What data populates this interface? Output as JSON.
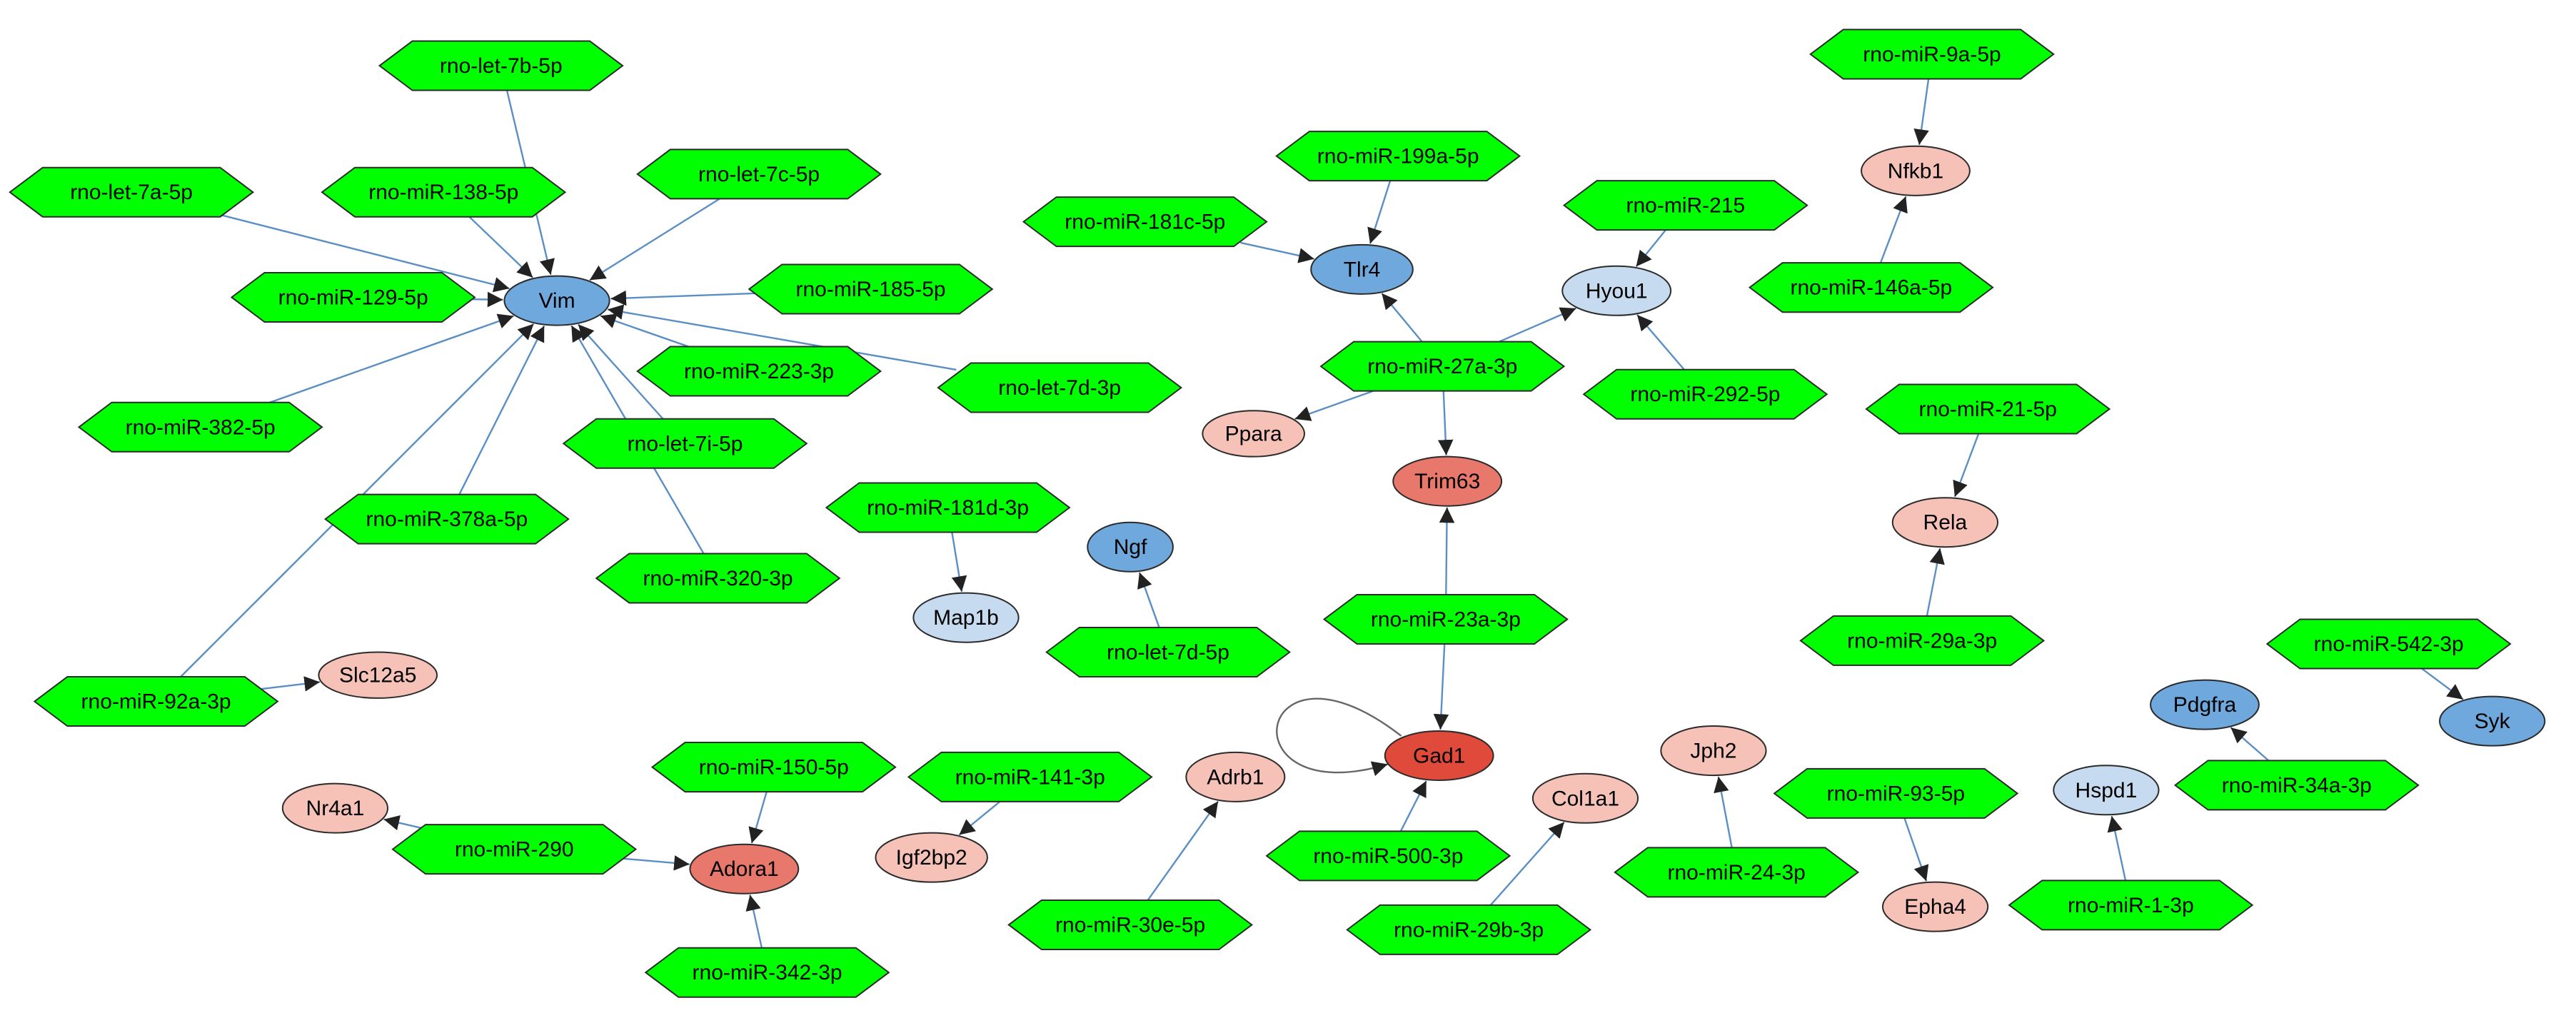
{
  "colors": {
    "mirna": "#00ff00",
    "gene_light_blue": "#c6dbef",
    "gene_blue": "#6fa8dc",
    "gene_light_red": "#f6c2b8",
    "gene_red": "#e8776c",
    "gene_dark_red": "#e04a3a",
    "edge": "#5b8fc4",
    "self_loop": "#666666"
  },
  "nodes": [
    {
      "id": "let7b",
      "label": "rno-let-7b-5p",
      "type": "mirna"
    },
    {
      "id": "let7a",
      "label": "rno-let-7a-5p",
      "type": "mirna"
    },
    {
      "id": "mir138",
      "label": "rno-miR-138-5p",
      "type": "mirna"
    },
    {
      "id": "let7c",
      "label": "rno-let-7c-5p",
      "type": "mirna"
    },
    {
      "id": "mir129",
      "label": "rno-miR-129-5p",
      "type": "mirna"
    },
    {
      "id": "mir185",
      "label": "rno-miR-185-5p",
      "type": "mirna"
    },
    {
      "id": "mir223",
      "label": "rno-miR-223-3p",
      "type": "mirna"
    },
    {
      "id": "let7d3p",
      "label": "rno-let-7d-3p",
      "type": "mirna"
    },
    {
      "id": "mir382",
      "label": "rno-miR-382-5p",
      "type": "mirna"
    },
    {
      "id": "let7i",
      "label": "rno-let-7i-5p",
      "type": "mirna"
    },
    {
      "id": "mir378",
      "label": "rno-miR-378a-5p",
      "type": "mirna"
    },
    {
      "id": "mir320",
      "label": "rno-miR-320-3p",
      "type": "mirna"
    },
    {
      "id": "mir92",
      "label": "rno-miR-92a-3p",
      "type": "mirna"
    },
    {
      "id": "mir181d",
      "label": "rno-miR-181d-3p",
      "type": "mirna"
    },
    {
      "id": "let7d5p",
      "label": "rno-let-7d-5p",
      "type": "mirna"
    },
    {
      "id": "mir199",
      "label": "rno-miR-199a-5p",
      "type": "mirna"
    },
    {
      "id": "mir181c",
      "label": "rno-miR-181c-5p",
      "type": "mirna"
    },
    {
      "id": "mir215",
      "label": "rno-miR-215",
      "type": "mirna"
    },
    {
      "id": "mir27",
      "label": "rno-miR-27a-3p",
      "type": "mirna"
    },
    {
      "id": "mir292",
      "label": "rno-miR-292-5p",
      "type": "mirna"
    },
    {
      "id": "mir9",
      "label": "rno-miR-9a-5p",
      "type": "mirna"
    },
    {
      "id": "mir146",
      "label": "rno-miR-146a-5p",
      "type": "mirna"
    },
    {
      "id": "mir21",
      "label": "rno-miR-21-5p",
      "type": "mirna"
    },
    {
      "id": "mir29a",
      "label": "rno-miR-29a-3p",
      "type": "mirna"
    },
    {
      "id": "mir23",
      "label": "rno-miR-23a-3p",
      "type": "mirna"
    },
    {
      "id": "mir542",
      "label": "rno-miR-542-3p",
      "type": "mirna"
    },
    {
      "id": "mir34",
      "label": "rno-miR-34a-3p",
      "type": "mirna"
    },
    {
      "id": "mir150",
      "label": "rno-miR-150-5p",
      "type": "mirna"
    },
    {
      "id": "mir290",
      "label": "rno-miR-290",
      "type": "mirna"
    },
    {
      "id": "mir342",
      "label": "rno-miR-342-3p",
      "type": "mirna"
    },
    {
      "id": "mir141",
      "label": "rno-miR-141-3p",
      "type": "mirna"
    },
    {
      "id": "mir30e",
      "label": "rno-miR-30e-5p",
      "type": "mirna"
    },
    {
      "id": "mir500",
      "label": "rno-miR-500-3p",
      "type": "mirna"
    },
    {
      "id": "mir29b",
      "label": "rno-miR-29b-3p",
      "type": "mirna"
    },
    {
      "id": "mir24",
      "label": "rno-miR-24-3p",
      "type": "mirna"
    },
    {
      "id": "mir93",
      "label": "rno-miR-93-5p",
      "type": "mirna"
    },
    {
      "id": "mir1",
      "label": "rno-miR-1-3p",
      "type": "mirna"
    },
    {
      "id": "Vim",
      "label": "Vim",
      "type": "gene",
      "color": "gene_blue"
    },
    {
      "id": "Slc12a5",
      "label": "Slc12a5",
      "type": "gene",
      "color": "gene_light_red"
    },
    {
      "id": "Map1b",
      "label": "Map1b",
      "type": "gene",
      "color": "gene_light_blue"
    },
    {
      "id": "Ngf",
      "label": "Ngf",
      "type": "gene",
      "color": "gene_blue"
    },
    {
      "id": "Tlr4",
      "label": "Tlr4",
      "type": "gene",
      "color": "gene_blue"
    },
    {
      "id": "Hyou1",
      "label": "Hyou1",
      "type": "gene",
      "color": "gene_light_blue"
    },
    {
      "id": "Ppara",
      "label": "Ppara",
      "type": "gene",
      "color": "gene_light_red"
    },
    {
      "id": "Trim63",
      "label": "Trim63",
      "type": "gene",
      "color": "gene_red"
    },
    {
      "id": "Nfkb1",
      "label": "Nfkb1",
      "type": "gene",
      "color": "gene_light_red"
    },
    {
      "id": "Rela",
      "label": "Rela",
      "type": "gene",
      "color": "gene_light_red"
    },
    {
      "id": "Gad1",
      "label": "Gad1",
      "type": "gene",
      "color": "gene_dark_red"
    },
    {
      "id": "Pdgfra",
      "label": "Pdgfra",
      "type": "gene",
      "color": "gene_blue"
    },
    {
      "id": "Syk",
      "label": "Syk",
      "type": "gene",
      "color": "gene_blue"
    },
    {
      "id": "Hspd1",
      "label": "Hspd1",
      "type": "gene",
      "color": "gene_light_blue"
    },
    {
      "id": "Nr4a1",
      "label": "Nr4a1",
      "type": "gene",
      "color": "gene_light_red"
    },
    {
      "id": "Adora1",
      "label": "Adora1",
      "type": "gene",
      "color": "gene_red"
    },
    {
      "id": "Igf2bp2",
      "label": "Igf2bp2",
      "type": "gene",
      "color": "gene_light_red"
    },
    {
      "id": "Adrb1",
      "label": "Adrb1",
      "type": "gene",
      "color": "gene_light_red"
    },
    {
      "id": "Col1a1",
      "label": "Col1a1",
      "type": "gene",
      "color": "gene_light_red"
    },
    {
      "id": "Jph2",
      "label": "Jph2",
      "type": "gene",
      "color": "gene_light_red"
    },
    {
      "id": "Epha4",
      "label": "Epha4",
      "type": "gene",
      "color": "gene_light_red"
    }
  ],
  "edges": [
    [
      "let7b",
      "Vim"
    ],
    [
      "let7a",
      "Vim"
    ],
    [
      "mir138",
      "Vim"
    ],
    [
      "let7c",
      "Vim"
    ],
    [
      "mir129",
      "Vim"
    ],
    [
      "mir185",
      "Vim"
    ],
    [
      "mir223",
      "Vim"
    ],
    [
      "let7d3p",
      "Vim"
    ],
    [
      "mir382",
      "Vim"
    ],
    [
      "let7i",
      "Vim"
    ],
    [
      "mir378",
      "Vim"
    ],
    [
      "mir320",
      "Vim"
    ],
    [
      "mir92",
      "Vim"
    ],
    [
      "mir92",
      "Slc12a5"
    ],
    [
      "mir181d",
      "Map1b"
    ],
    [
      "let7d5p",
      "Ngf"
    ],
    [
      "mir199",
      "Tlr4"
    ],
    [
      "mir181c",
      "Tlr4"
    ],
    [
      "mir27",
      "Tlr4"
    ],
    [
      "mir215",
      "Hyou1"
    ],
    [
      "mir27",
      "Hyou1"
    ],
    [
      "mir292",
      "Hyou1"
    ],
    [
      "mir27",
      "Ppara"
    ],
    [
      "mir27",
      "Trim63"
    ],
    [
      "mir23",
      "Trim63"
    ],
    [
      "mir9",
      "Nfkb1"
    ],
    [
      "mir146",
      "Nfkb1"
    ],
    [
      "mir21",
      "Rela"
    ],
    [
      "mir29a",
      "Rela"
    ],
    [
      "mir23",
      "Gad1"
    ],
    [
      "mir500",
      "Gad1"
    ],
    [
      "Gad1",
      "Gad1"
    ],
    [
      "mir542",
      "Syk"
    ],
    [
      "mir34",
      "Pdgfra"
    ],
    [
      "mir1",
      "Hspd1"
    ],
    [
      "mir150",
      "Adora1"
    ],
    [
      "mir290",
      "Adora1"
    ],
    [
      "mir342",
      "Adora1"
    ],
    [
      "mir290",
      "Nr4a1"
    ],
    [
      "mir141",
      "Igf2bp2"
    ],
    [
      "mir30e",
      "Adrb1"
    ],
    [
      "mir29b",
      "Col1a1"
    ],
    [
      "mir24",
      "Jph2"
    ],
    [
      "mir93",
      "Epha4"
    ]
  ]
}
